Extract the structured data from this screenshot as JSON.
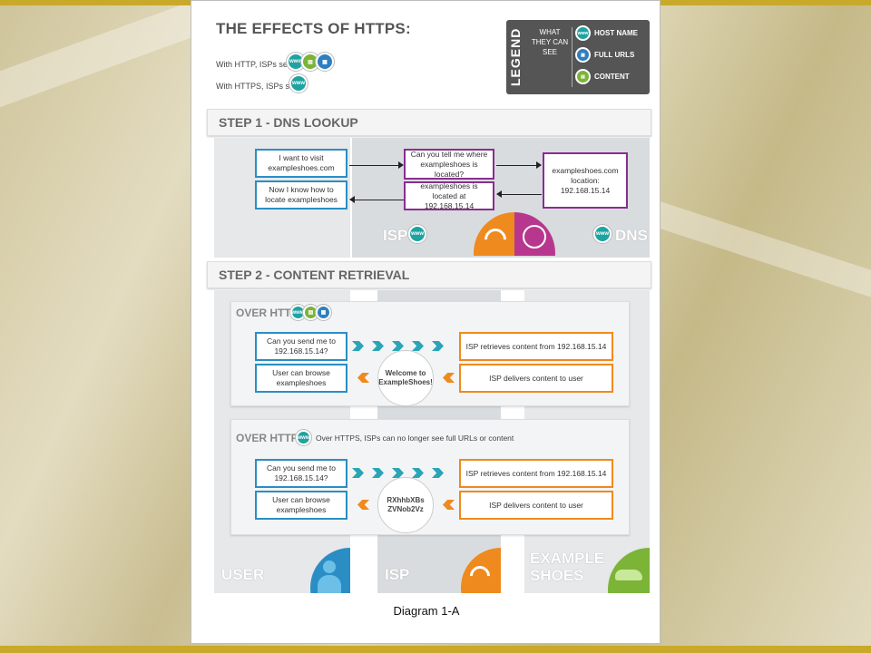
{
  "header": {
    "title": "THE EFFECTS OF HTTPS:",
    "http_line": "With HTTP, ISPs see:",
    "https_line": "With HTTPS, ISPs see:"
  },
  "icons": {
    "www": "www"
  },
  "legend": {
    "word": "LEGEND",
    "what": "WHAT THEY CAN SEE",
    "items": [
      {
        "icon": "globe-www-icon",
        "label": "HOST NAME",
        "color": "#1fa3a1"
      },
      {
        "icon": "sitemap-icon",
        "label": "FULL URLS",
        "color": "#2f7fc0"
      },
      {
        "icon": "page-icon",
        "label": "CONTENT",
        "color": "#7bb437"
      }
    ]
  },
  "step1": {
    "title": "STEP 1 - DNS LOOKUP",
    "user_visit": "I want to visit exampleshoes.com",
    "user_know": "Now I know how to locate exampleshoes",
    "isp_ask": "Can you tell me where exampleshoes is located?",
    "isp_answer": "exampleshoes is located at 192.168.15.14",
    "dns_box": "exampleshoes.com location: 192.168.15.14",
    "isp_label": "ISP",
    "dns_label": "DNS"
  },
  "step2": {
    "title": "STEP 2 - CONTENT RETRIEVAL",
    "http": {
      "title": "OVER HTTP",
      "user_send": "Can you send me to 192.168.15.14?",
      "user_browse": "User can browse exampleshoes",
      "isp_retrieve": "ISP retrieves content from 192.168.15.14",
      "isp_deliver": "ISP delivers content to user",
      "bubble": "Welcome to ExampleShoes!"
    },
    "https": {
      "title": "OVER HTTPS",
      "note": "Over HTTPS, ISPs can no longer see full URLs or content",
      "user_send": "Can you send me to 192.168.15.14?",
      "user_browse": "User can browse exampleshoes",
      "isp_retrieve": "ISP retrieves content from 192.168.15.14",
      "isp_deliver": "ISP delivers content to user",
      "bubble": "RXhhbXBs ZVNob2Vz"
    },
    "columns": {
      "user": "USER",
      "isp": "ISP",
      "shop": "EXAMPLE SHOES"
    }
  },
  "caption": "Diagram 1-A",
  "colors": {
    "teal": "#1fa3a1",
    "blue": "#2a8ec4",
    "purple": "#8a2d8f",
    "orange": "#ef8a1e",
    "green": "#7bb437"
  }
}
